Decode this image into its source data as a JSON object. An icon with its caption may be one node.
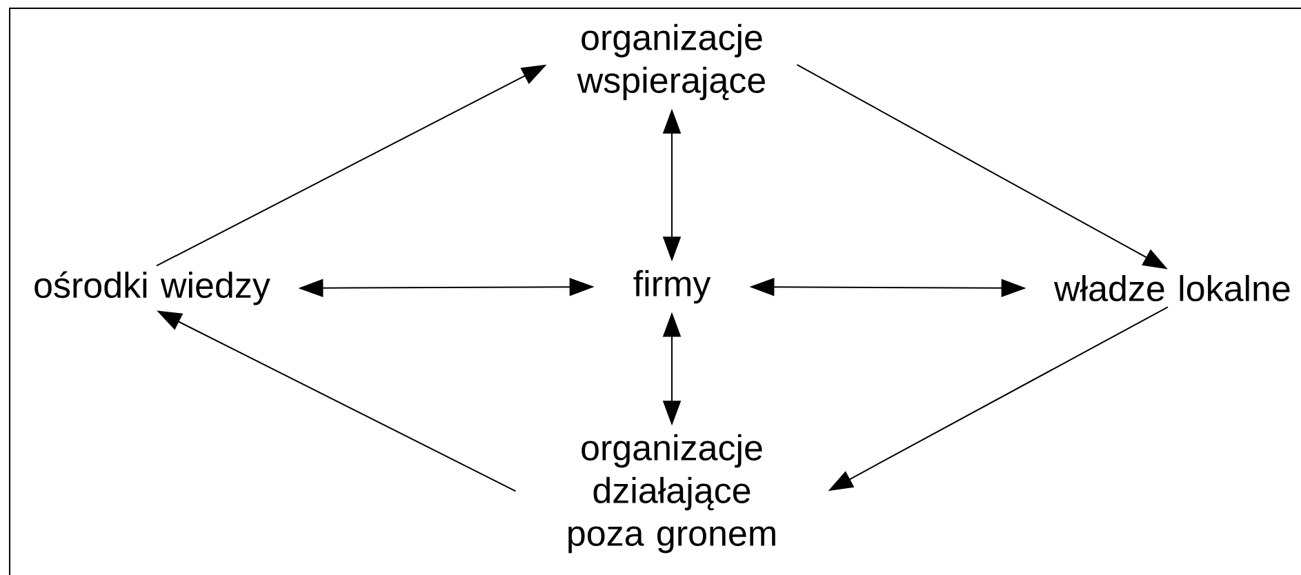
{
  "diagram": {
    "nodes": [
      {
        "text": [
          "organizacje wspierające"
        ]
      },
      {
        "text": [
          "ośrodki wiedzy"
        ]
      },
      {
        "text": [
          "firmy"
        ]
      },
      {
        "text": [
          "władze lokalne"
        ]
      },
      {
        "text": [
          "organizacje działające poza gronem"
        ]
      }
    ],
    "edges": [
      {
        "from": 1,
        "to": 0,
        "arrow": "to"
      },
      {
        "from": 0,
        "to": 3,
        "arrow": "to"
      },
      {
        "from": 0,
        "to": 2,
        "arrow": "both"
      },
      {
        "from": 1,
        "to": 2,
        "arrow": "both"
      },
      {
        "from": 2,
        "to": 3,
        "arrow": "both"
      },
      {
        "from": 2,
        "to": 4,
        "arrow": "both"
      },
      {
        "from": 3,
        "to": 4,
        "arrow": "to"
      },
      {
        "from": 4,
        "to": 1,
        "arrow": "to"
      }
    ]
  }
}
